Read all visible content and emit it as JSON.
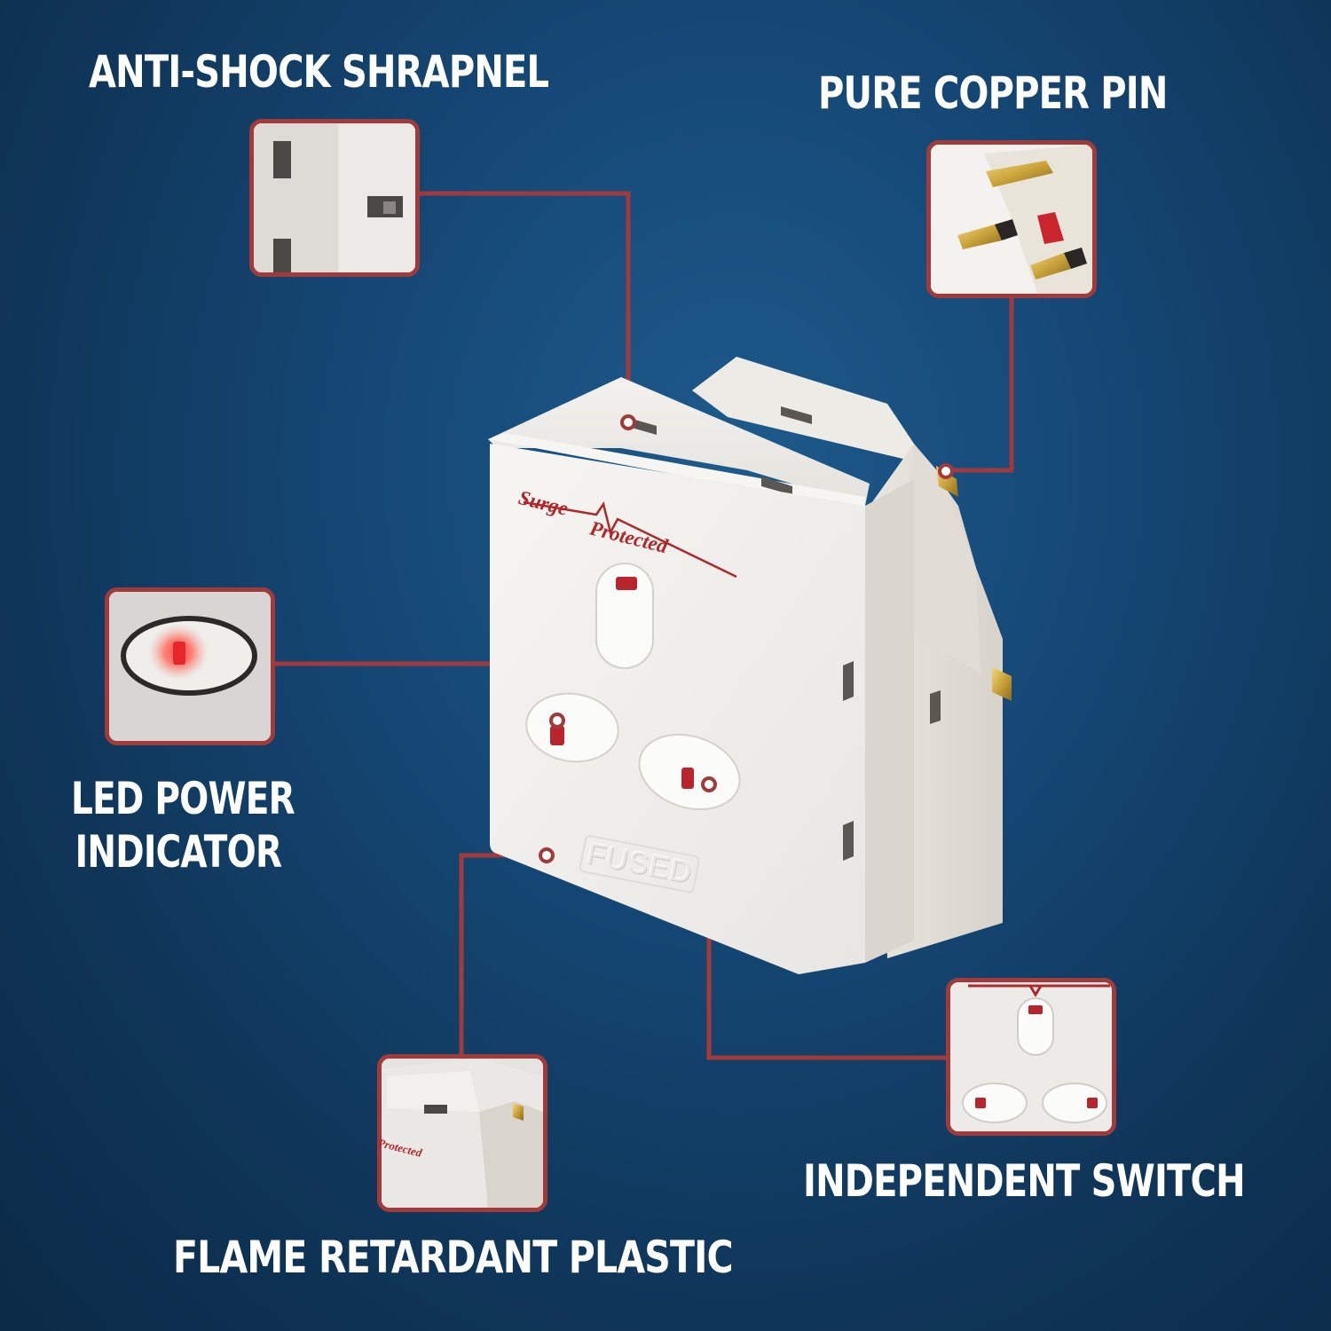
{
  "callouts": {
    "shrapnel": "ANTI-SHOCK SHRAPNEL",
    "copper": "PURE COPPER PIN",
    "led_line1": "LED POWER",
    "led_line2": "INDICATOR",
    "switch": "INDEPENDENT SWITCH",
    "flame": "FLAME RETARDANT PLASTIC"
  },
  "device": {
    "brand_word1": "Surge",
    "brand_word2": "Protected",
    "fused_label": "FUSED",
    "inset_brand": "Protected"
  },
  "colors": {
    "accent": "#a23a3c",
    "background": "#154876",
    "text": "#ffffff"
  }
}
